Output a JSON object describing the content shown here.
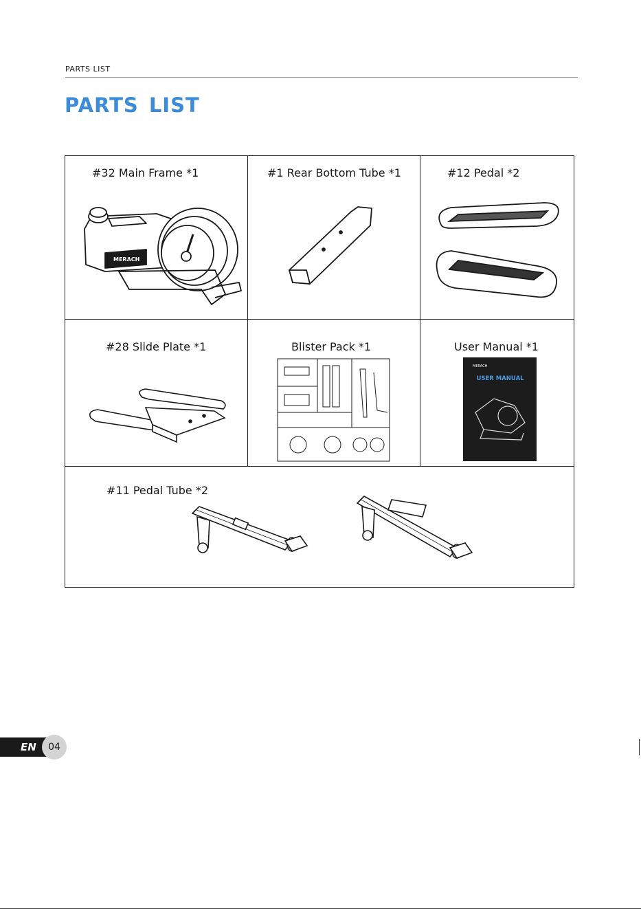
{
  "header": {
    "running_head": "PARTS  LIST",
    "title": "PARTS  LIST"
  },
  "parts": [
    {
      "label": "#32 Main Frame *1",
      "icon": "main-frame-icon"
    },
    {
      "label": "#1 Rear Bottom Tube *1",
      "icon": "rear-bottom-tube-icon"
    },
    {
      "label": "#12 Pedal  *2",
      "icon": "pedal-icon"
    },
    {
      "label": "#28 Slide Plate *1",
      "icon": "slide-plate-icon"
    },
    {
      "label": "Blister Pack *1",
      "icon": "blister-pack-icon"
    },
    {
      "label": "User Manual *1",
      "icon": "user-manual-icon"
    },
    {
      "label": "#11  Pedal Tube *2",
      "icon": "pedal-tube-icon"
    }
  ],
  "main_frame_logo": "MERACH",
  "manual_cover": {
    "brand": "MERACH",
    "title": "USER MANUAL"
  },
  "footer": {
    "language": "EN",
    "page": "04"
  },
  "colors": {
    "title": "#3b8bd8",
    "tab": "#1a1a1a",
    "page_circle": "#d3d3d3",
    "manual_cover": "#1c1c1c"
  }
}
